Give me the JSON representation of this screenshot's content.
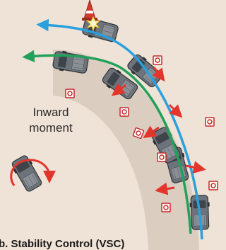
{
  "labels": {
    "inward_moment_line1": "Inward",
    "inward_moment_line2": "moment",
    "footer_caption": "b. Stability Control (VSC)"
  },
  "icons": {
    "cone": "traffic-cone-icon",
    "marker": "target-marker-icon",
    "rotation": "rotation-arrow-icon",
    "impact": "impact-burst-icon"
  },
  "colors": {
    "background": "#efe2d6",
    "road": "#d9cbbf",
    "blue_path": "#2aa0dd",
    "green_path": "#22a15a",
    "force_arrow": "#e2352c",
    "car_body": "#6d737a",
    "car_window": "#3e444a",
    "marker": "#c62828"
  }
}
